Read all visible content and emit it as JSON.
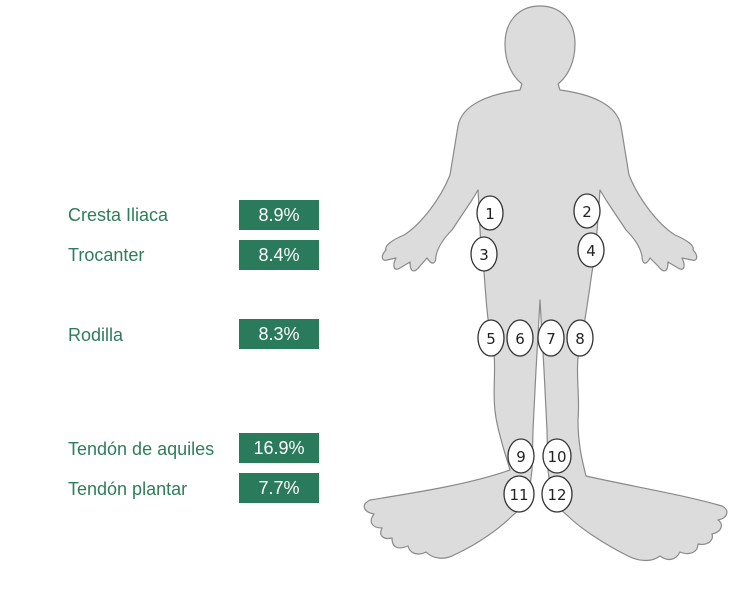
{
  "rows": [
    {
      "label": "Cresta Iliaca",
      "value": "8.9%"
    },
    {
      "label": "Trocanter",
      "value": "8.4%"
    },
    {
      "label": "Rodilla",
      "value": "8.3%"
    },
    {
      "label": "Tendón de aquiles",
      "value": "16.9%"
    },
    {
      "label": "Tendón plantar",
      "value": "7.7%"
    }
  ],
  "markers": [
    "1",
    "2",
    "3",
    "4",
    "5",
    "6",
    "7",
    "8",
    "9",
    "10",
    "11",
    "12"
  ],
  "colors": {
    "accent": "#2a7a5c",
    "label": "#2e7d5a",
    "body_fill": "#dcdcdc",
    "body_stroke": "#8a8a8a"
  }
}
